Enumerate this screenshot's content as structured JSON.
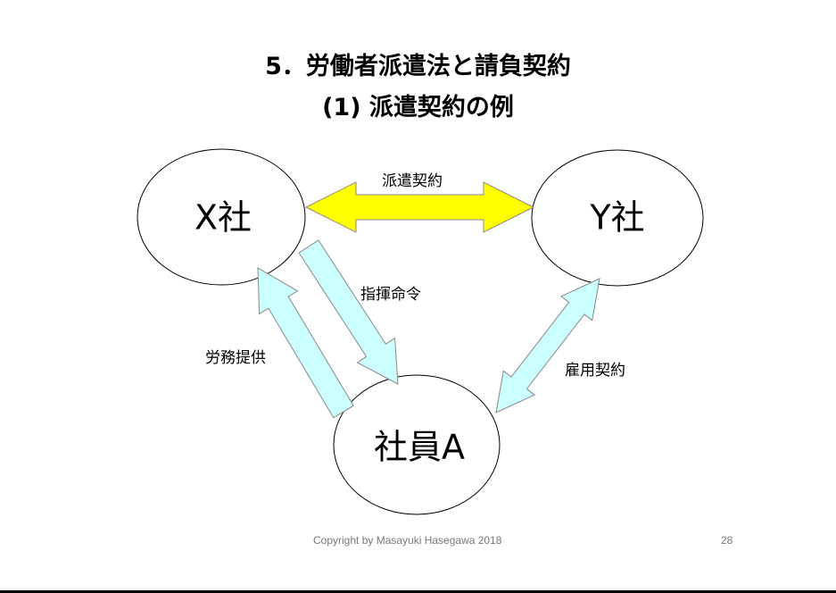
{
  "title": "5．労働者派遣法と請負契約",
  "subtitle": "(1) 派遣契約の例",
  "nodes": {
    "x_company": "X社",
    "y_company": "Y社",
    "employee": "社員A"
  },
  "edges": {
    "dispatch_contract": "派遣契約",
    "command": "指揮命令",
    "labor": "労務提供",
    "employment_contract": "雇用契約"
  },
  "footer": {
    "copyright": "Copyright by Masayuki Hasegawa 2018",
    "page_number": "28"
  },
  "colors": {
    "dispatch_arrow": "#ffff00",
    "relation_arrow": "#ccffff"
  }
}
